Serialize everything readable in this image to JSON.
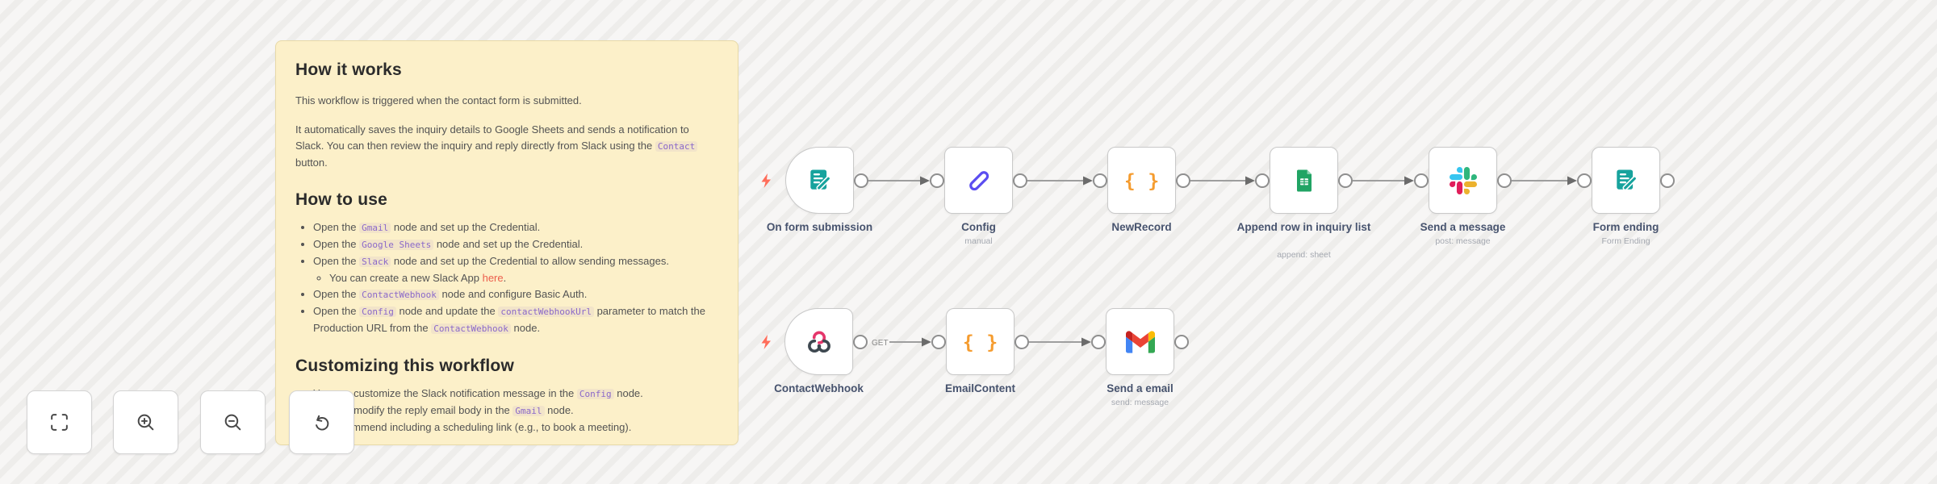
{
  "sticky": {
    "heading1": "How it works",
    "p1": "This workflow is triggered when the contact form is submitted.",
    "p2": {
      "s0": "It automatically saves the inquiry details to Google Sheets and sends a notification to Slack. You can then review the inquiry and reply directly from Slack using the ",
      "code": "Contact",
      "s1": " button."
    },
    "heading2": "How to use",
    "use_items": {
      "b1": {
        "s0": "Open the ",
        "code": "Gmail",
        "s1": " node and set up the Credential."
      },
      "b2": {
        "s0": "Open the ",
        "code": "Google Sheets",
        "s1": " node and set up the Credential."
      },
      "b3": {
        "s0": "Open the ",
        "code": "Slack",
        "s1": " node and set up the Credential to allow sending messages."
      },
      "b3sub": {
        "s0": "You can create a new Slack App ",
        "link": "here",
        "s1": "."
      },
      "b4": {
        "s0": "Open the ",
        "code": "ContactWebhook",
        "s1": " node and configure Basic Auth."
      },
      "b5": {
        "s0": "Open the ",
        "code": "Config",
        "s1": " node and update the ",
        "code2": "contactWebhookUrl",
        "s2": " parameter to match the Production URL from the ",
        "code3": "ContactWebhook",
        "s3": " node."
      }
    },
    "heading3": "Customizing this workflow",
    "custom_items": {
      "c1": {
        "s0": "You can customize the Slack notification message in the ",
        "code": "Config",
        "s1": " node."
      },
      "c2": {
        "s0": "You can modify the reply email body in the ",
        "code": "Gmail",
        "s1": " node."
      },
      "c3": {
        "s0": "We recommend including a scheduling link (e.g., to book a meeting)."
      }
    }
  },
  "workflow": {
    "nodes": [
      {
        "label": "On form submission",
        "sublabel": "",
        "icon": "form-trigger-icon"
      },
      {
        "label": "Config",
        "sublabel": "manual",
        "icon": "edit-fields-icon"
      },
      {
        "label": "NewRecord",
        "sublabel": "",
        "icon": "code-icon"
      },
      {
        "label": "Append row in inquiry list",
        "sublabel": "append: sheet",
        "icon": "google-sheets-icon"
      },
      {
        "label": "Send a message",
        "sublabel": "post: message",
        "icon": "slack-icon"
      },
      {
        "label": "Form ending",
        "sublabel": "Form Ending",
        "icon": "form-icon"
      },
      {
        "label": "ContactWebhook",
        "sublabel": "",
        "icon": "webhook-icon"
      },
      {
        "label": "EmailContent",
        "sublabel": "",
        "icon": "code-icon"
      },
      {
        "label": "Send a email",
        "sublabel": "send: message",
        "icon": "gmail-icon"
      }
    ],
    "get_label": "GET",
    "code_icon_glyph": "{ }"
  },
  "controls": [
    {
      "icon": "zoom-to-fit-icon"
    },
    {
      "icon": "zoom-in-icon"
    },
    {
      "icon": "zoom-out-icon"
    },
    {
      "icon": "undo-icon"
    }
  ],
  "colors": {
    "trigger_zap": "#ff6d5a",
    "form_teal": "#17a39d",
    "set_purple": "#5b4df0",
    "code_orange": "#f59c2f",
    "sheets_green": "#21a464",
    "link_red": "#ec5e4c",
    "sticky_bg": "#fcf0c9"
  }
}
